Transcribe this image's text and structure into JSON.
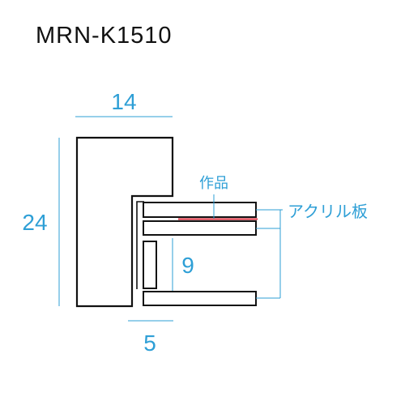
{
  "title": "MRN-K1510",
  "dimensions": {
    "width_top": "14",
    "height_left": "24",
    "depth": "9",
    "width_bottom": "5"
  },
  "labels": {
    "artwork": "作品",
    "acrylic": "アクリル板"
  },
  "colors": {
    "outline": "#111111",
    "dimension": "#2e9fd6",
    "artwork_line": "#d42a38"
  }
}
